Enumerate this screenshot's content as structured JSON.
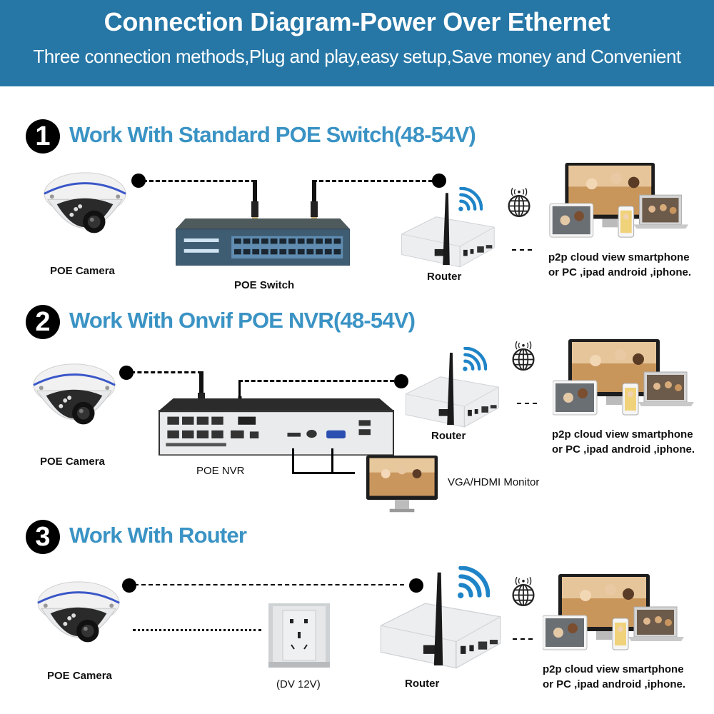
{
  "header": {
    "title": "Connection Diagram-Power Over Ethernet",
    "subtitle": "Three connection methods,Plug and play,easy setup,Save money and Convenient",
    "background_color": "#2677a6"
  },
  "accent_color": "#3a93c4",
  "sections": [
    {
      "number": "1",
      "title": "Work With Standard POE Switch(48-54V)",
      "camera_label": "POE Camera",
      "hub_label": "POE Switch",
      "router_label": "Router",
      "devices_caption": [
        "p2p cloud view smartphone",
        "or PC ,ipad android ,iphone."
      ],
      "icons": [
        "dome-camera-icon",
        "poe-switch-icon",
        "router-icon",
        "wifi-icon",
        "internet-globe-icon",
        "devices-icon"
      ]
    },
    {
      "number": "2",
      "title": "Work With Onvif POE NVR(48-54V)",
      "camera_label": "POE Camera",
      "hub_label": "POE NVR",
      "router_label": "Router",
      "monitor_label": "VGA/HDMI Monitor",
      "devices_caption": [
        "p2p cloud view smartphone",
        "or PC ,ipad android ,iphone."
      ],
      "icons": [
        "dome-camera-icon",
        "nvr-icon",
        "router-icon",
        "wifi-icon",
        "internet-globe-icon",
        "devices-icon",
        "monitor-icon"
      ]
    },
    {
      "number": "3",
      "title": "Work With Router",
      "camera_label": "POE Camera",
      "power_label": "(DV 12V)",
      "router_label": "Router",
      "devices_caption": [
        "p2p cloud view smartphone",
        "or PC ,ipad android ,iphone."
      ],
      "icons": [
        "dome-camera-icon",
        "power-outlet-icon",
        "router-icon",
        "wifi-icon",
        "internet-globe-icon",
        "devices-icon"
      ]
    }
  ]
}
